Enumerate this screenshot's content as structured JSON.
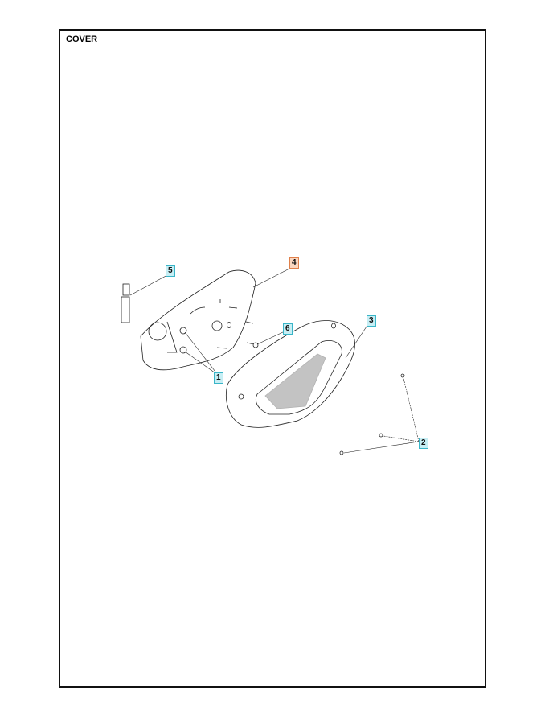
{
  "title": "COVER",
  "colors": {
    "callout_default": "#c6eef4",
    "callout_highlight": "#fbd6bf"
  },
  "callouts": [
    {
      "label": "1",
      "highlight": false
    },
    {
      "label": "2",
      "highlight": false
    },
    {
      "label": "3",
      "highlight": false
    },
    {
      "label": "4",
      "highlight": true
    },
    {
      "label": "5",
      "highlight": false
    },
    {
      "label": "6",
      "highlight": false
    }
  ]
}
